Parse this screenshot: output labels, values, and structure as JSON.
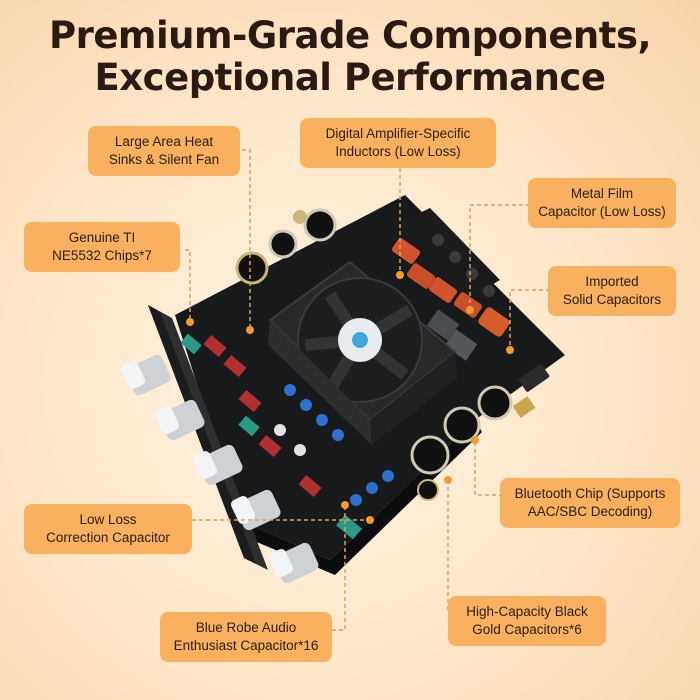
{
  "title": {
    "line1": "Premium-Grade Components,",
    "line2": "Exceptional Performance"
  },
  "labels": {
    "heat_sinks": {
      "line1": "Large Area Heat",
      "line2": "Sinks & Silent Fan"
    },
    "inductors": {
      "line1": "Digital Amplifier-Specific",
      "line2": "Inductors (Low Loss)"
    },
    "metal_film": {
      "line1": "Metal Film",
      "line2": "Capacitor (Low Loss)"
    },
    "ti_chips": {
      "line1": "Genuine TI",
      "line2": "NE5532 Chips*7"
    },
    "solid_caps": {
      "line1": "Imported",
      "line2": "Solid Capacitors"
    },
    "bluetooth": {
      "line1": "Bluetooth Chip (Supports",
      "line2": "AAC/SBC Decoding)"
    },
    "low_loss": {
      "line1": "Low Loss",
      "line2": "Correction Capacitor"
    },
    "blue_robe": {
      "line1": "Blue Robe Audio",
      "line2": "Enthusiast Capacitor*16"
    },
    "black_gold": {
      "line1": "High-Capacity Black",
      "line2": "Gold Capacitors*6"
    }
  },
  "colors": {
    "label_bg": "#f9b15f",
    "title": "#2a1a14",
    "board": "#17191b",
    "fan": "#222325",
    "leader": "#d9a35f"
  }
}
